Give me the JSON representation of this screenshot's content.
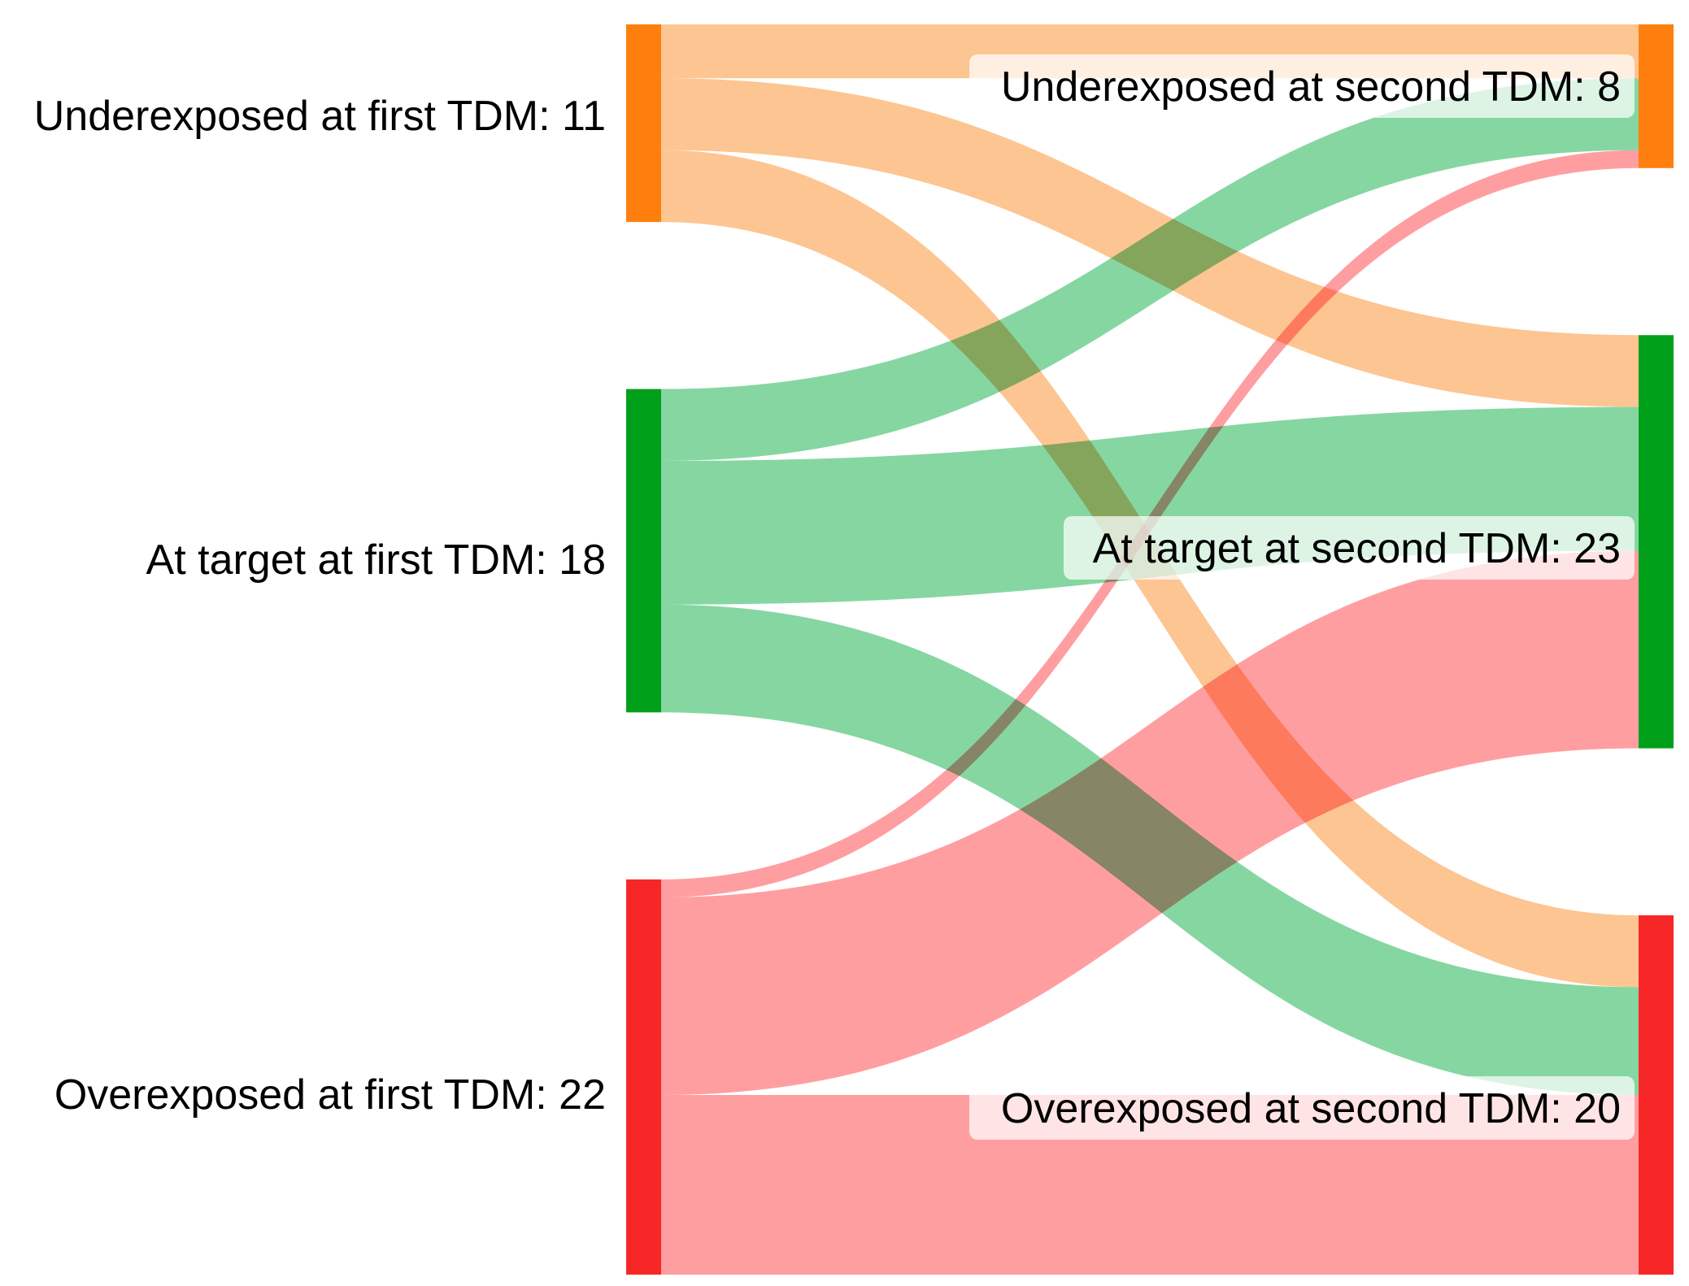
{
  "chart_data": {
    "type": "sankey",
    "title": "",
    "nodes": [
      {
        "id": "u1",
        "label": "Underexposed at first TDM: 11",
        "value": 11,
        "column": 0,
        "color": "#ff7f0e"
      },
      {
        "id": "t1",
        "label": "At target at first TDM: 18",
        "value": 18,
        "column": 0,
        "color": "#00a01a"
      },
      {
        "id": "o1",
        "label": "Overexposed at first TDM: 22",
        "value": 22,
        "column": 0,
        "color": "#f82727"
      },
      {
        "id": "u2",
        "label": "Underexposed at second TDM: 8",
        "value": 8,
        "column": 1,
        "color": "#ff7f0e"
      },
      {
        "id": "t2",
        "label": "At target at second TDM: 23",
        "value": 23,
        "column": 1,
        "color": "#00a01a"
      },
      {
        "id": "o2",
        "label": "Overexposed at second TDM: 20",
        "value": 20,
        "column": 1,
        "color": "#f82727"
      }
    ],
    "links": [
      {
        "source": "u1",
        "target": "u2",
        "value": 3,
        "color": "#fdbf86"
      },
      {
        "source": "u1",
        "target": "t2",
        "value": 4,
        "color": "#fdbf86"
      },
      {
        "source": "u1",
        "target": "o2",
        "value": 4,
        "color": "#fdbf86"
      },
      {
        "source": "t1",
        "target": "u2",
        "value": 4,
        "color": "#79d198"
      },
      {
        "source": "t1",
        "target": "t2",
        "value": 8,
        "color": "#79d198"
      },
      {
        "source": "t1",
        "target": "o2",
        "value": 6,
        "color": "#79d198"
      },
      {
        "source": "o1",
        "target": "u2",
        "value": 1,
        "color": "#ff9497"
      },
      {
        "source": "o1",
        "target": "t2",
        "value": 11,
        "color": "#ff9497"
      },
      {
        "source": "o1",
        "target": "o2",
        "value": 10,
        "color": "#ff9497"
      }
    ]
  }
}
